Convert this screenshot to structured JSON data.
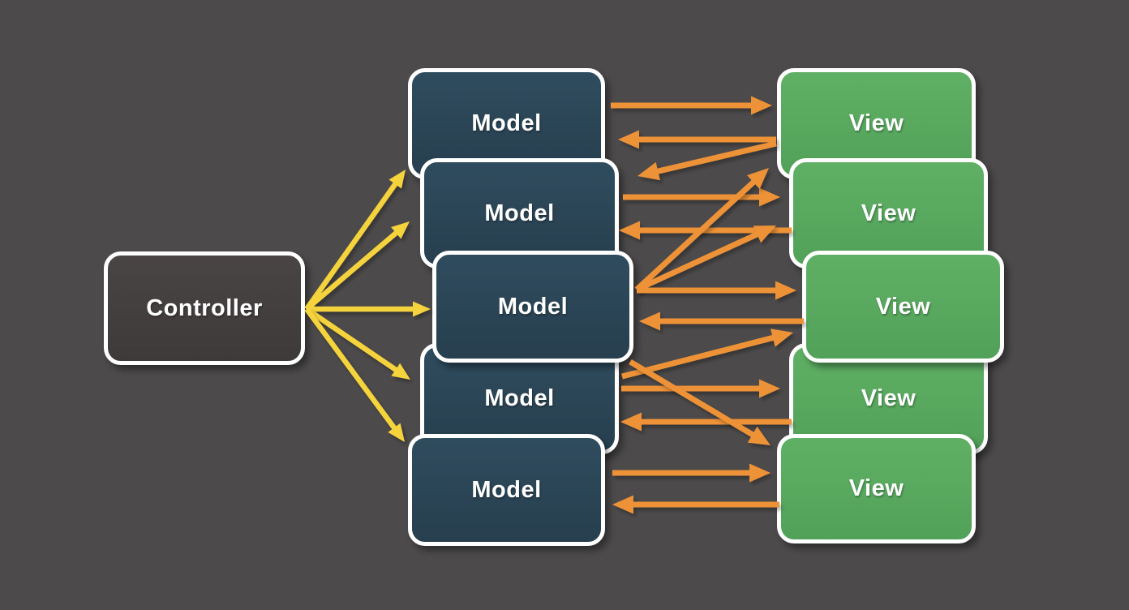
{
  "diagram": {
    "background_color": "#4C4A4A",
    "controller": {
      "id": "controller",
      "label": "Controller",
      "fill": "#433E3E"
    },
    "models": [
      {
        "id": "model-1",
        "label": "Model"
      },
      {
        "id": "model-2",
        "label": "Model"
      },
      {
        "id": "model-3",
        "label": "Model"
      },
      {
        "id": "model-4",
        "label": "Model"
      },
      {
        "id": "model-5",
        "label": "Model"
      }
    ],
    "views": [
      {
        "id": "view-1",
        "label": "View"
      },
      {
        "id": "view-2",
        "label": "View"
      },
      {
        "id": "view-3",
        "label": "View"
      },
      {
        "id": "view-4",
        "label": "View"
      },
      {
        "id": "view-5",
        "label": "View"
      }
    ],
    "styles": {
      "model_fill": "#2B4557",
      "view_fill": "#58A95F",
      "controller_fill": "#433E3E",
      "node_border_color": "#FFFFFF",
      "label_color": "#FFFFFF",
      "controller_arrow_color": "#F5D33D",
      "model_view_arrow_color": "#EE9238"
    },
    "controller_edges": [
      {
        "from": "controller",
        "to": "model-1"
      },
      {
        "from": "controller",
        "to": "model-2"
      },
      {
        "from": "controller",
        "to": "model-3"
      },
      {
        "from": "controller",
        "to": "model-4"
      },
      {
        "from": "controller",
        "to": "model-5"
      }
    ],
    "model_view_edges": [
      {
        "from": "model-1",
        "to": "view-1"
      },
      {
        "from": "view-1",
        "to": "model-1"
      },
      {
        "from": "view-1",
        "to": "model-2"
      },
      {
        "from": "model-2",
        "to": "view-2"
      },
      {
        "from": "view-2",
        "to": "model-2"
      },
      {
        "from": "model-3",
        "to": "view-1"
      },
      {
        "from": "model-3",
        "to": "view-2"
      },
      {
        "from": "model-3",
        "to": "view-3"
      },
      {
        "from": "view-3",
        "to": "model-3"
      },
      {
        "from": "model-4",
        "to": "view-3"
      },
      {
        "from": "model-4",
        "to": "view-4"
      },
      {
        "from": "view-4",
        "to": "model-4"
      },
      {
        "from": "model-3",
        "to": "view-5"
      },
      {
        "from": "model-5",
        "to": "view-5"
      },
      {
        "from": "view-5",
        "to": "model-5"
      }
    ]
  }
}
